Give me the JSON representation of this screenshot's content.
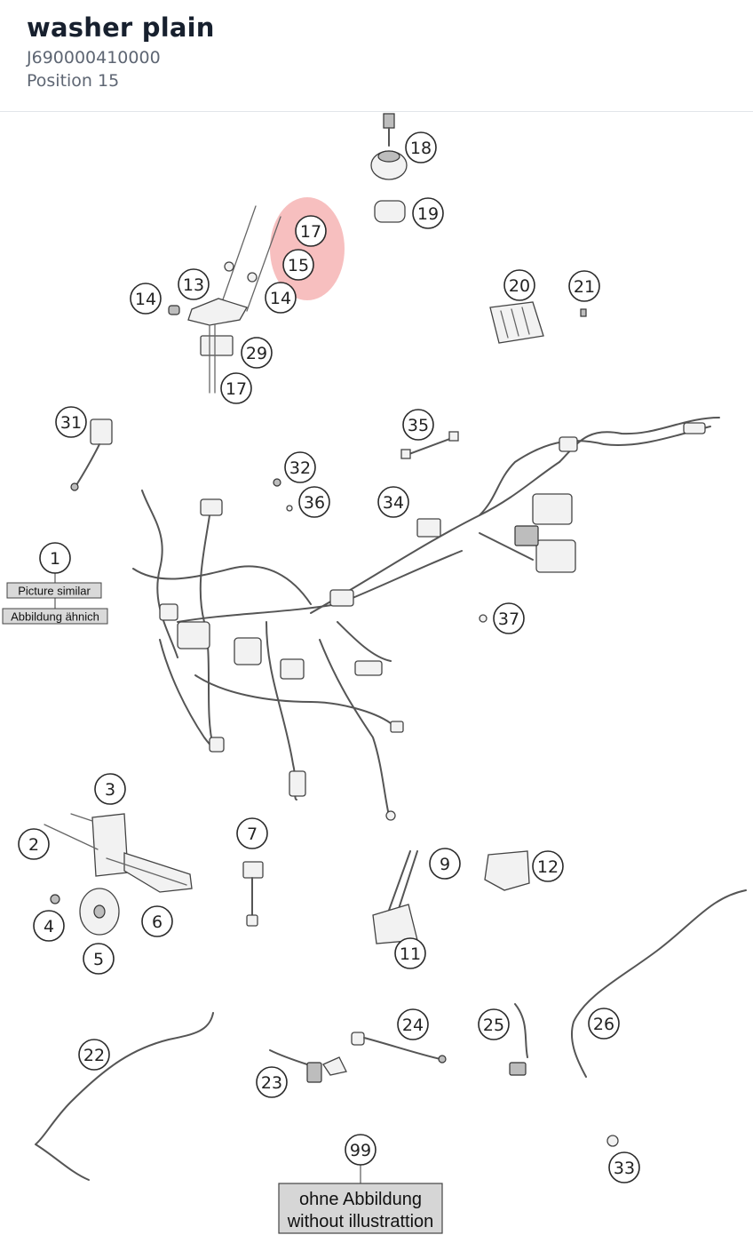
{
  "header": {
    "title": "washer plain",
    "part_number": "J690000410000",
    "position": "Position 15"
  },
  "diagram": {
    "highlight_color": "#f08a8a",
    "callouts": [
      "17",
      "15",
      "14",
      "13",
      "14",
      "29",
      "17",
      "18",
      "19",
      "20",
      "21",
      "31",
      "35",
      "32",
      "36",
      "34",
      "1",
      "37",
      "3",
      "2",
      "7",
      "9",
      "12",
      "4",
      "6",
      "5",
      "11",
      "22",
      "24",
      "25",
      "26",
      "23",
      "99",
      "33"
    ],
    "labels": {
      "picture_similar": "Picture similar",
      "abbildung_aehnlich": "Abbildung ähnich",
      "ohne_abbildung": "ohne Abbildung",
      "without_illustration": "without illustrattion"
    }
  }
}
